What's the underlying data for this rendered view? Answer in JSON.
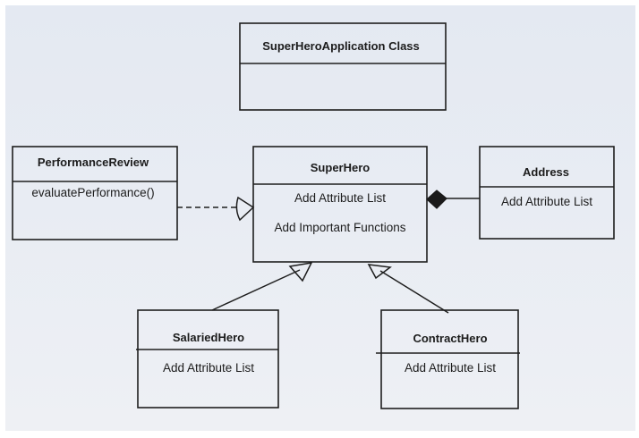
{
  "diagram": {
    "app_class": {
      "name": "SuperHeroApplication Class"
    },
    "performance_review": {
      "name": "PerformanceReview",
      "method": "evaluatePerformance()"
    },
    "superhero": {
      "name": "SuperHero",
      "attributes": "Add Attribute List",
      "functions": "Add Important Functions"
    },
    "address": {
      "name": "Address",
      "attributes": "Add Attribute List"
    },
    "salaried_hero": {
      "name": "SalariedHero",
      "attributes": "Add Attribute List"
    },
    "contract_hero": {
      "name": "ContractHero",
      "attributes": "Add Attribute List"
    }
  }
}
